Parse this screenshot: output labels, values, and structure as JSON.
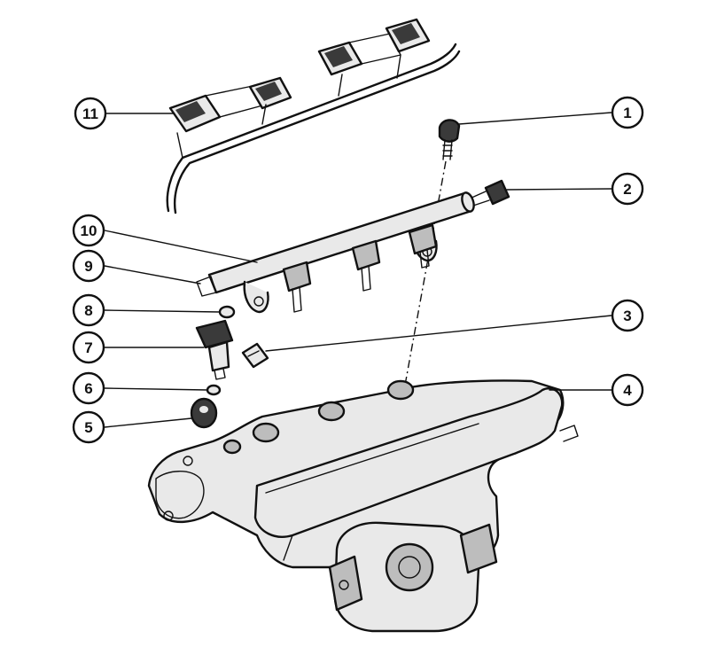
{
  "callouts": [
    {
      "id": "c1",
      "label": "1"
    },
    {
      "id": "c2",
      "label": "2"
    },
    {
      "id": "c3",
      "label": "3"
    },
    {
      "id": "c4",
      "label": "4"
    },
    {
      "id": "c5",
      "label": "5"
    },
    {
      "id": "c6",
      "label": "6"
    },
    {
      "id": "c7",
      "label": "7"
    },
    {
      "id": "c8",
      "label": "8"
    },
    {
      "id": "c9",
      "label": "9"
    },
    {
      "id": "c10",
      "label": "10"
    },
    {
      "id": "c11",
      "label": "11"
    }
  ],
  "colors": {
    "ink": "#111111",
    "background": "#ffffff",
    "shade": "#bdbdbd"
  }
}
